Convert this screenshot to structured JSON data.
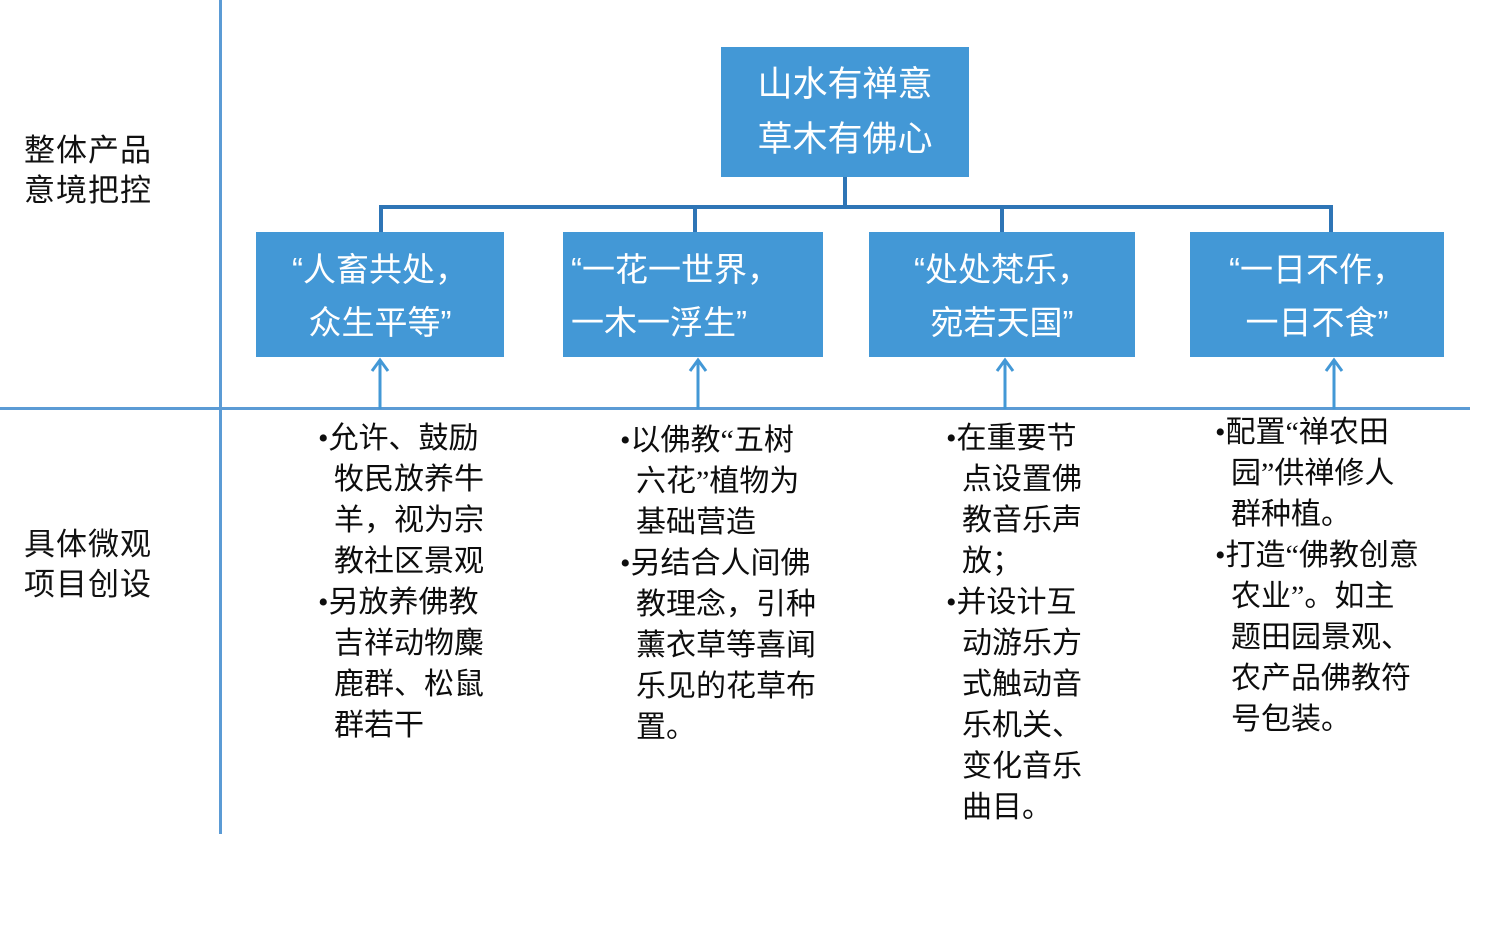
{
  "diagram": {
    "title_box": {
      "line1": "山水有禅意",
      "line2": "草木有佛心",
      "text": "山水有禅意\n草木有佛心"
    },
    "row_labels": [
      {
        "name": "整体产品意境把控",
        "text": "整体产品\n意境把控"
      },
      {
        "name": "具体微观项目创设",
        "text": "具体微观\n项目创设"
      }
    ],
    "columns": [
      {
        "concept": "“人畜共处，\n众生平等”",
        "bullets": [
          "•允许、鼓励牧民放养牛羊，视为宗教社区景观",
          "•另放养佛教吉祥动物麋鹿群、松鼠群若干"
        ]
      },
      {
        "concept": "“一花一世界，\n一木一浮生”",
        "bullets": [
          "•以佛教“五树六花”植物为基础营造",
          "•另结合人间佛教理念，引种薰衣草等喜闻乐见的花草布置。"
        ]
      },
      {
        "concept": "“处处梵乐，\n宛若天国”",
        "bullets": [
          "•在重要节点设置佛教音乐声放；",
          "•并设计互动游乐方式触动音乐机关、变化音乐曲目。"
        ]
      },
      {
        "concept": "“一日不作，\n一日不食”",
        "bullets": [
          "•配置“禅农田园”供禅修人群种植。",
          "•打造“佛教创意农业”。如主题田园景观、农产品佛教符号包装。"
        ]
      }
    ],
    "colors": {
      "box_fill": "#4398d6",
      "box_text": "#ffffff",
      "connector": "#2e75b6",
      "divider": "#5b9bd5",
      "body_text": "#0d0d0d"
    }
  }
}
